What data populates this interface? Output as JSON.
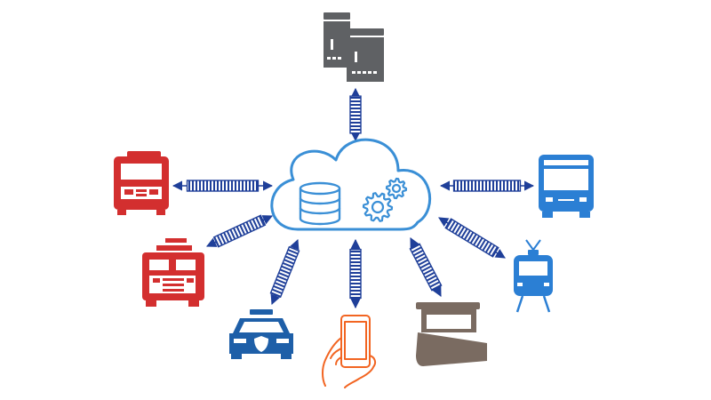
{
  "colors": {
    "background": "#ffffff",
    "cloud_stroke": "#3a8fd6",
    "link_blue": "#1f3f99",
    "red": "#d32f2f",
    "blue_vehicle": "#2b7fd4",
    "police_blue": "#1e5fa8",
    "server_gray": "#5f6164",
    "plow_brown": "#7a6b61",
    "phone_orange": "#f26522"
  },
  "nodes": [
    {
      "id": "servers",
      "icon": "server-towers-icon",
      "color": "server_gray"
    },
    {
      "id": "ambulance",
      "icon": "ambulance-icon",
      "color": "red"
    },
    {
      "id": "fire-truck",
      "icon": "fire-truck-icon",
      "color": "red"
    },
    {
      "id": "police-car",
      "icon": "police-car-icon",
      "color": "police_blue"
    },
    {
      "id": "smartphone",
      "icon": "hand-smartphone-icon",
      "color": "phone_orange"
    },
    {
      "id": "snow-plow",
      "icon": "snow-plow-icon",
      "color": "plow_brown"
    },
    {
      "id": "tram",
      "icon": "tram-icon",
      "color": "blue_vehicle"
    },
    {
      "id": "bus",
      "icon": "bus-icon",
      "color": "blue_vehicle"
    }
  ],
  "hub": {
    "icon": "cloud-database-gears-icon"
  }
}
